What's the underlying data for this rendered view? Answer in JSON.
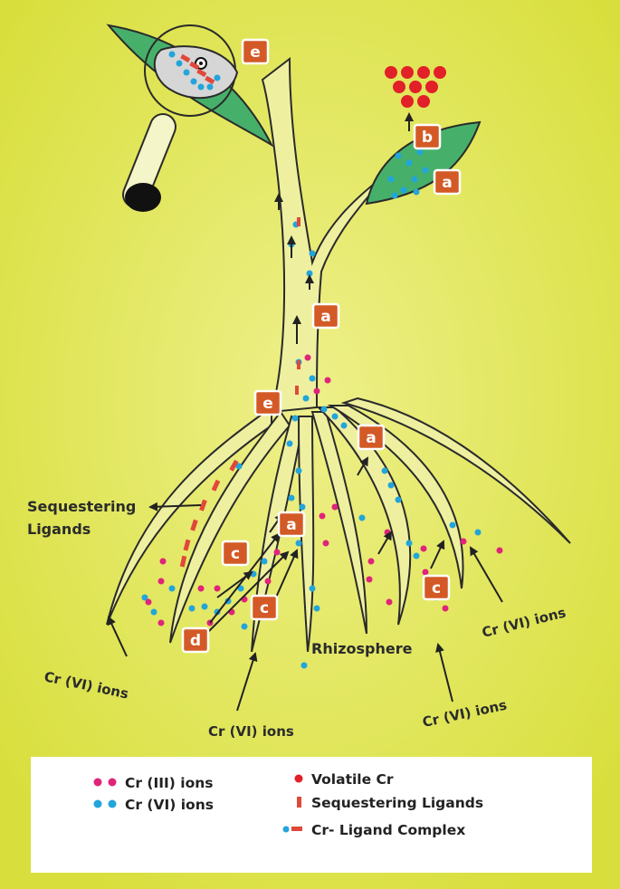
{
  "colors": {
    "background_center": "#eef08a",
    "background_edge": "#d8df3c",
    "plant_fill": "#eef0a0",
    "leaf_fill": "#46b06a",
    "cr3_color": "#e0247a",
    "cr6_color": "#22a5da",
    "volatile_color": "#e22028",
    "ligand_color": "#e0483a",
    "tag_color": "#d35a26"
  },
  "labels": {
    "sequestering": "Sequestering\nLigands",
    "rhizosphere": "Rhizosphere",
    "cr6_left": "Cr (VI)  ions",
    "cr6_center": "Cr (VI)  ions",
    "cr6_bottom_right": "Cr (VI)  ions",
    "cr6_right": "Cr (VI)  ions"
  },
  "process_tags": [
    {
      "id": "e-top",
      "letter": "e"
    },
    {
      "id": "b-top",
      "letter": "b"
    },
    {
      "id": "a-leaf",
      "letter": "a"
    },
    {
      "id": "a-stem",
      "letter": "a"
    },
    {
      "id": "e-stem",
      "letter": "e"
    },
    {
      "id": "a-right",
      "letter": "a"
    },
    {
      "id": "a-center",
      "letter": "a"
    },
    {
      "id": "c-1",
      "letter": "c"
    },
    {
      "id": "c-2",
      "letter": "c"
    },
    {
      "id": "c-3",
      "letter": "c"
    },
    {
      "id": "d-1",
      "letter": "d"
    }
  ],
  "legend": {
    "cr3": "Cr (III) ions",
    "cr6": "Cr (VI) ions",
    "volatile": "Volatile Cr",
    "ligands": "Sequestering Ligands",
    "complex": "Cr- Ligand Complex"
  }
}
